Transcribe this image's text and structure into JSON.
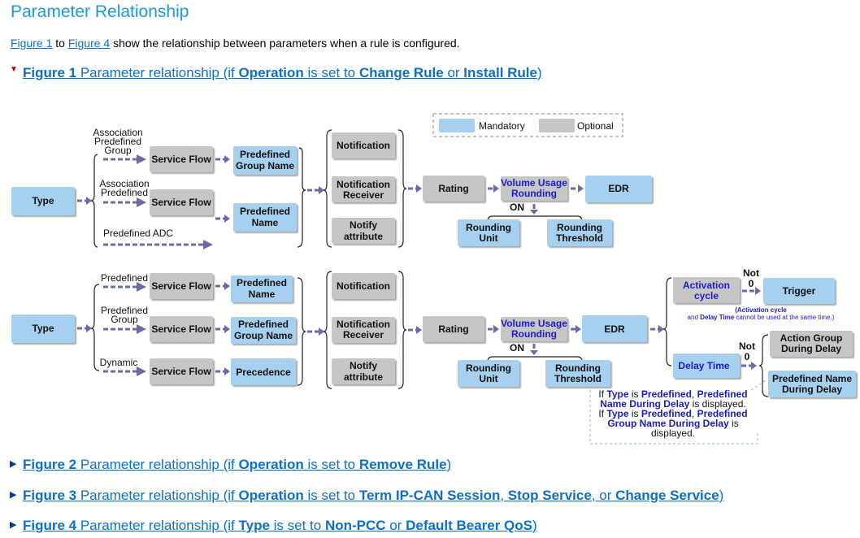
{
  "page": {
    "title": "Parameter Relationship",
    "intro": {
      "link1": "Figure 1",
      "to": " to ",
      "link2": "Figure 4",
      "rest": " show the relationship between parameters when a rule is configured."
    }
  },
  "figures": [
    {
      "num": "Figure 1",
      "pre": " Parameter relationship (if ",
      "k1": "Operation",
      "mid": " is set to ",
      "k2": "Change Rule",
      "mid2": " or ",
      "k3": "Install Rule",
      "post": ")",
      "expanded": true
    },
    {
      "num": "Figure 2",
      "pre": " Parameter relationship (if ",
      "k1": "Operation",
      "mid": " is set to ",
      "k2": "Remove Rule",
      "post": ")",
      "expanded": false
    },
    {
      "num": "Figure 3",
      "pre": " Parameter relationship (if ",
      "k1": "Operation",
      "mid": " is set to ",
      "k2": "Term IP-CAN Session",
      "sep1": ", ",
      "k3": "Stop Service",
      "sep2": ", or ",
      "k4": "Change Service",
      "post": ")",
      "expanded": false
    },
    {
      "num": "Figure 4",
      "pre": " Parameter relationship (if ",
      "k1": "Type",
      "mid": " is set to ",
      "k2": "Non-PCC",
      "mid2": " or ",
      "k3": "Default Bearer QoS",
      "post": ")",
      "expanded": false
    }
  ],
  "colors": {
    "mandatory": "#a6d0ef",
    "optional": "#c6c6c6",
    "link": "#0c6fc8",
    "title": "#1a9bd7",
    "blue_text": "#1a1acc"
  },
  "diagram": {
    "legend": {
      "mandatory": "Mandatory",
      "optional": "Optional"
    },
    "top": {
      "type": "Type",
      "assoc_group": [
        "Association",
        "Predefined",
        "Group"
      ],
      "assoc_pre": [
        "Association",
        "Predefined"
      ],
      "predefined_adc": "Predefined ADC",
      "service_flow": "Service Flow",
      "predef_group_name": [
        "Predefined",
        "Group Name"
      ],
      "predef_name": [
        "Predefined",
        "Name"
      ],
      "notification": "Notification",
      "notification_receiver": [
        "Notification",
        "Receiver"
      ],
      "notify_attribute": [
        "Notify",
        "attribute"
      ],
      "rating": "Rating",
      "volume_usage": [
        "Volume Usage",
        "Rounding"
      ],
      "edr": "EDR",
      "on": "ON",
      "rounding_unit": [
        "Rounding",
        "Unit"
      ],
      "rounding_threshold": [
        "Rounding",
        "Threshold"
      ]
    },
    "bottom": {
      "type": "Type",
      "predefined": "Predefined",
      "predefined_group": [
        "Predefined",
        "Group"
      ],
      "dynamic": "Dynamic",
      "service_flow": "Service Flow",
      "predef_name": [
        "Predefined",
        "Name"
      ],
      "predef_group_name": [
        "Predefined",
        "Group Name"
      ],
      "precedence": "Precedence",
      "notification": "Notification",
      "notification_receiver": [
        "Notification",
        "Receiver"
      ],
      "notify_attribute": [
        "Notify",
        "attribute"
      ],
      "rating": "Rating",
      "volume_usage": [
        "Volume Usage",
        "Rounding"
      ],
      "edr": "EDR",
      "on": "ON",
      "rounding_unit": [
        "Rounding",
        "Unit"
      ],
      "rounding_threshold": [
        "Rounding",
        "Threshold"
      ],
      "activation_cycle": [
        "Activation",
        "cycle"
      ],
      "not0_a": [
        "Not",
        "0"
      ],
      "trigger": "Trigger",
      "activation_note": [
        "(Activation cycle",
        "and ",
        "Delay Time",
        " cannot be used at the same time.)"
      ],
      "delay_time": "Delay Time",
      "not0_b": [
        "Not",
        "0"
      ],
      "action_group_delay": [
        "Action Group",
        "During Delay"
      ],
      "predef_name_delay": [
        "Predefined Name",
        "During Delay"
      ],
      "note": [
        [
          "If ",
          "Type",
          " is ",
          "Predefined",
          ", ",
          "Predefined"
        ],
        [
          "Name During Delay",
          " is displayed."
        ],
        [
          "If ",
          "Type",
          " is ",
          "Predefined",
          ", ",
          "Predefined"
        ],
        [
          "Group Name During Delay",
          " is"
        ],
        [
          "displayed."
        ]
      ]
    }
  }
}
